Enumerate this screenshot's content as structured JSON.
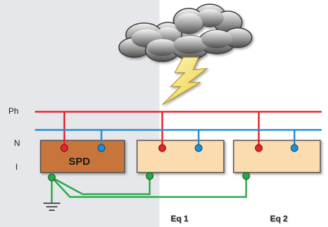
{
  "labels": {
    "phase": "Ph",
    "neutral": "N",
    "line": "I",
    "spd": "SPD",
    "eq1": "Eq 1",
    "eq2": "Eq 2"
  },
  "colors": {
    "background_panel": "#e6e7ea",
    "phase_line": "#e8232d",
    "neutral_line": "#1e8ed6",
    "earth_line": "#2aa84a",
    "spd_box": "#c8743a",
    "equipment_box": "#fbdcae",
    "lightning": "#f6e27a"
  },
  "icons": {
    "cloud": "storm-cloud-icon",
    "lightning": "lightning-bolt-icon",
    "ground": "ground-symbol-icon"
  }
}
